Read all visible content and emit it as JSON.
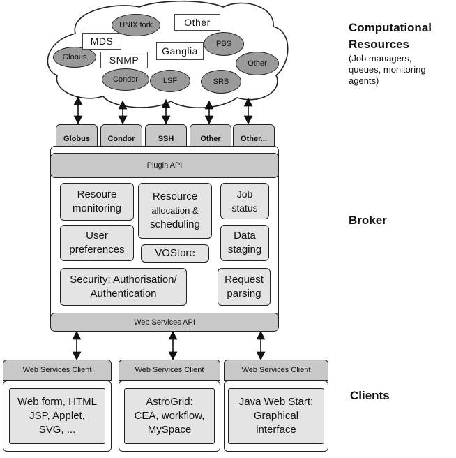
{
  "cloud": {
    "ovals": {
      "unix_fork": "UNIX fork",
      "globus": "Globus",
      "condor": "Condor",
      "lsf": "LSF",
      "srb": "SRB",
      "pbs": "PBS",
      "other": "Other"
    },
    "boxes": {
      "other": "Other",
      "mds": "MDS",
      "snmp": "SNMP",
      "ganglia": "Ganglia"
    }
  },
  "plugins": [
    "Globus",
    "Condor",
    "SSH",
    "Other",
    "Other..."
  ],
  "broker": {
    "plugin_api": "Plugin API",
    "web_services_api": "Web Services  API",
    "modules": {
      "resource_monitoring": [
        "Resoure",
        "monitoring"
      ],
      "resource_allocation": [
        "Resource",
        "allocation &",
        "scheduling"
      ],
      "job_status": [
        "Job",
        "status"
      ],
      "user_preferences": [
        "User",
        "preferences"
      ],
      "vostore": "VOStore",
      "data_staging": [
        "Data",
        "staging"
      ],
      "security": [
        "Security: Authorisation/",
        "Authentication"
      ],
      "request_parsing": [
        "Request",
        "parsing"
      ]
    }
  },
  "clients": [
    {
      "header": "Web Services  Client",
      "lines": [
        "Web form, HTML",
        "JSP, Applet,",
        "SVG, ..."
      ]
    },
    {
      "header": "Web Services  Client",
      "lines": [
        "AstroGrid:",
        "CEA, workflow,",
        "MySpace"
      ]
    },
    {
      "header": "Web Services  Client",
      "lines": [
        "Java Web Start:",
        "Graphical",
        "interface"
      ]
    }
  ],
  "labels": {
    "computational_title": [
      "Computational",
      "Resources"
    ],
    "computational_sub": [
      "(Job managers,",
      "queues, monitoring",
      "agents)"
    ],
    "broker": "Broker",
    "clients": "Clients"
  },
  "colors": {
    "dark_gray": "#9a9a9a",
    "mid_gray": "#c8c8c8",
    "light_gray": "#e4e4e4",
    "line": "#222222"
  }
}
